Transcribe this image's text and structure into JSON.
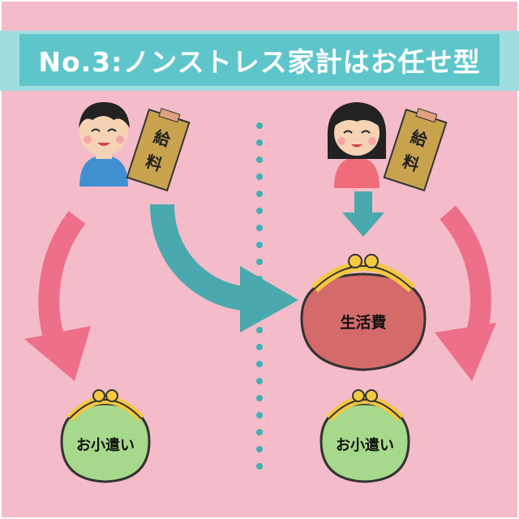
{
  "title": "No.3:ノンストレス家計はお任せ型",
  "envelope_label_1": "給",
  "envelope_label_2": "料",
  "purse_living_label": "生活費",
  "purse_allowance_left_label": "お小遣い",
  "purse_allowance_right_label": "お小遣い",
  "colors": {
    "background": "#f4bcc8",
    "title_band_light": "#9fdde0",
    "title_band": "#5ec6ca",
    "arrow_teal": "#4aa9ae",
    "arrow_pink": "#ee6f8a",
    "divider_dots": "#3fb0b6",
    "purse_green": "#a6d98b",
    "purse_red": "#d46a6a",
    "clasp_gold": "#f5c842"
  }
}
